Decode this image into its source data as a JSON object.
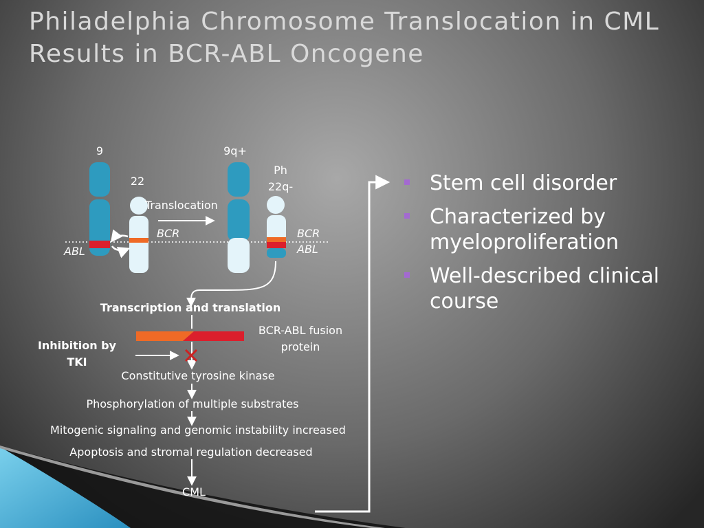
{
  "slide": {
    "title_line1": "Philadelphia Chromosome Translocation in CML",
    "title_line2": "Results in BCR-ABL Oncogene"
  },
  "diagram": {
    "chr9_label": "9",
    "chr22_label": "22",
    "chr9q_label": "9q+",
    "ph_label": "Ph",
    "ph_22q_label": "22q-",
    "translocation_label": "Translocation",
    "abl_left_label": "ABL",
    "bcr_left_label": "BCR",
    "bcr_right_label": "BCR",
    "abl_right_label": "ABL",
    "transcription_label": "Transcription and translation",
    "fusion_label_line1": "BCR-ABL fusion",
    "fusion_label_line2": "protein",
    "inhibition_line1": "Inhibition by",
    "inhibition_line2": "TKI",
    "kinase_label": "Constitutive tyrosine kinase",
    "phosphorylation_label": "Phosphorylation of multiple substrates",
    "mitogenic_label": "Mitogenic signaling and genomic instability increased",
    "apoptosis_label": "Apoptosis and stromal regulation decreased",
    "cml_label": "CML"
  },
  "bullets": [
    "Stem cell disorder",
    "Characterized by myeloproliferation",
    "Well-described clinical course"
  ],
  "colors": {
    "chromosome_blue": "#2e9bbf",
    "chromosome_light": "#e4f4fa",
    "bcr_orange": "#ef6a26",
    "abl_red": "#db1f2c",
    "bullet_purple": "#a36ad0",
    "inhibit_x": "#cc2222"
  }
}
